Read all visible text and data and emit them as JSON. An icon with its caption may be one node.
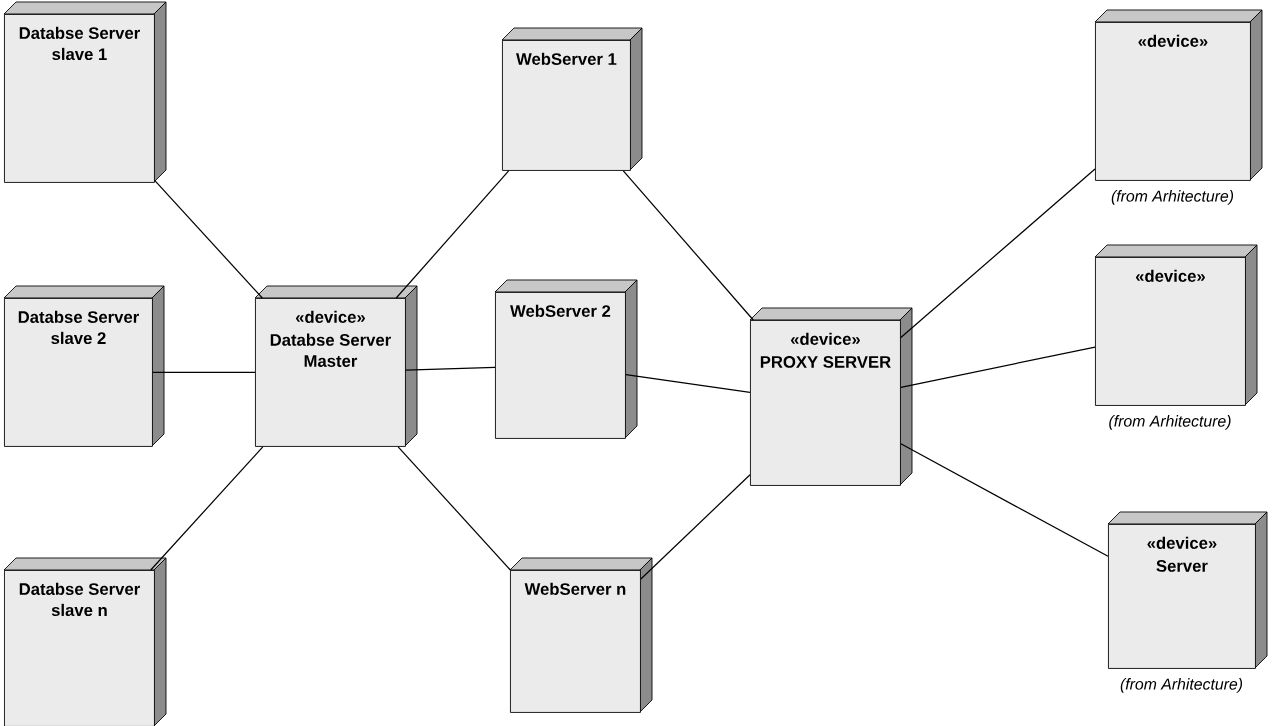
{
  "diagram": {
    "nodes": [
      {
        "text": [
          "Databse Server slave 1"
        ]
      },
      {
        "text": [
          "Databse Server slave 2"
        ]
      },
      {
        "text": [
          "Databse Server slave n"
        ]
      },
      {
        "text": [
          "«device»",
          "Databse Server Master"
        ]
      },
      {
        "text": [
          "WebServer 1"
        ]
      },
      {
        "text": [
          "WebServer 2"
        ]
      },
      {
        "text": [
          "WebServer n"
        ]
      },
      {
        "text": [
          "«device»",
          "PROXY SERVER"
        ]
      },
      {
        "text": [
          "«device»"
        ],
        "beside": [
          "(from Arhitecture)"
        ]
      },
      {
        "text": [
          "«device»"
        ],
        "beside": [
          "(from Arhitecture)"
        ]
      },
      {
        "text": [
          "«device»",
          "Server"
        ],
        "beside": [
          "(from Arhitecture)"
        ]
      }
    ],
    "edges": [
      {
        "from": 0,
        "to": 3,
        "arrow": "none"
      },
      {
        "from": 1,
        "to": 3,
        "arrow": "none"
      },
      {
        "from": 2,
        "to": 3,
        "arrow": "none"
      },
      {
        "from": 3,
        "to": 4,
        "arrow": "none"
      },
      {
        "from": 3,
        "to": 5,
        "arrow": "none"
      },
      {
        "from": 3,
        "to": 6,
        "arrow": "none"
      },
      {
        "from": 4,
        "to": 7,
        "arrow": "none"
      },
      {
        "from": 5,
        "to": 7,
        "arrow": "none"
      },
      {
        "from": 6,
        "to": 7,
        "arrow": "none"
      },
      {
        "from": 7,
        "to": 8,
        "arrow": "none"
      },
      {
        "from": 7,
        "to": 9,
        "arrow": "none"
      },
      {
        "from": 7,
        "to": 10,
        "arrow": "none"
      }
    ]
  }
}
